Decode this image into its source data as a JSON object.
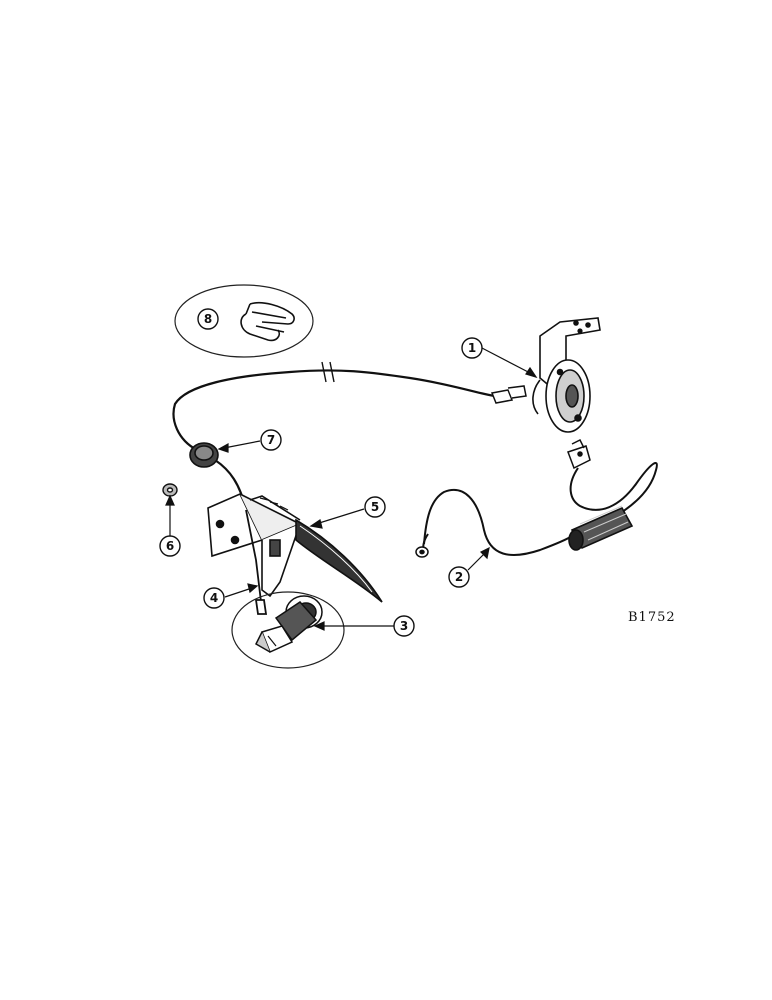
{
  "diagram": {
    "reference_code": "B1752",
    "callouts": [
      "1",
      "2",
      "3",
      "4",
      "5",
      "6",
      "7",
      "8"
    ]
  }
}
